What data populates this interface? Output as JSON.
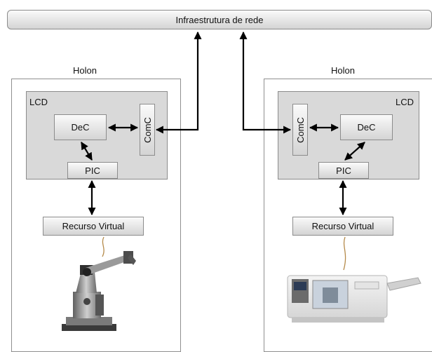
{
  "network": {
    "label": "Infraestrutura de rede"
  },
  "holons": [
    {
      "title": "Holon",
      "lcd_label": "LCD",
      "dec_label": "DeC",
      "comc_label": "ComC",
      "pic_label": "PIC",
      "resource_label": "Recurso Virtual",
      "device_icon": "industrial-robot-arm-icon"
    },
    {
      "title": "Holon",
      "lcd_label": "LCD",
      "dec_label": "DeC",
      "comc_label": "ComC",
      "pic_label": "PIC",
      "resource_label": "Recurso Virtual",
      "device_icon": "cnc-lathe-machine-icon"
    }
  ],
  "colors": {
    "box_fill_top": "#fafafa",
    "box_fill_bottom": "#d4d4d4",
    "lcd_fill": "#d9d9d9",
    "border": "#8c8c8c",
    "arrow": "#000000"
  }
}
